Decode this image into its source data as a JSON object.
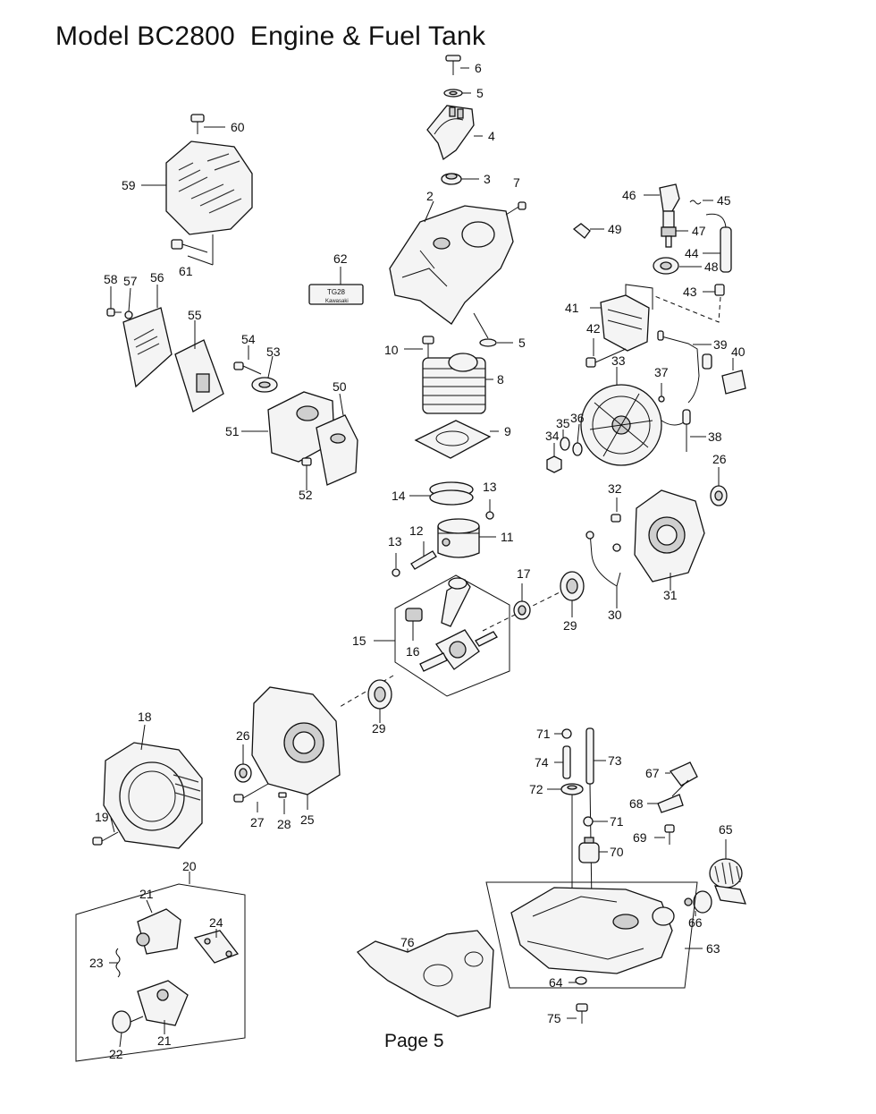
{
  "title": "Model BC2800  Engine & Fuel Tank",
  "footer": "Page 5",
  "label_plate_text": {
    "main": "TG28",
    "brand": "Kawasaki"
  },
  "callouts": {
    "p2": "2",
    "p3": "3",
    "p4": "4",
    "p5a": "5",
    "p5b": "5",
    "p6": "6",
    "p7": "7",
    "p8": "8",
    "p9": "9",
    "p10": "10",
    "p11": "11",
    "p12": "12",
    "p13a": "13",
    "p13b": "13",
    "p14": "14",
    "p15": "15",
    "p16": "16",
    "p17": "17",
    "p18": "18",
    "p19": "19",
    "p20": "20",
    "p21a": "21",
    "p21b": "21",
    "p22": "22",
    "p23": "23",
    "p24": "24",
    "p25": "25",
    "p26a": "26",
    "p26b": "26",
    "p27": "27",
    "p28": "28",
    "p29a": "29",
    "p29b": "29",
    "p30": "30",
    "p31": "31",
    "p32": "32",
    "p33": "33",
    "p34": "34",
    "p35": "35",
    "p36": "36",
    "p37": "37",
    "p38": "38",
    "p39": "39",
    "p40": "40",
    "p41": "41",
    "p42": "42",
    "p43": "43",
    "p44": "44",
    "p45": "45",
    "p46": "46",
    "p47": "47",
    "p48": "48",
    "p49": "49",
    "p50": "50",
    "p51": "51",
    "p52": "52",
    "p53": "53",
    "p54": "54",
    "p55": "55",
    "p56": "56",
    "p57": "57",
    "p58": "58",
    "p59": "59",
    "p60": "60",
    "p61": "61",
    "p62": "62",
    "p63": "63",
    "p64": "64",
    "p65": "65",
    "p66": "66",
    "p67": "67",
    "p68": "68",
    "p69": "69",
    "p70": "70",
    "p71a": "71",
    "p71b": "71",
    "p72": "72",
    "p73": "73",
    "p74": "74",
    "p75": "75",
    "p76": "76"
  }
}
